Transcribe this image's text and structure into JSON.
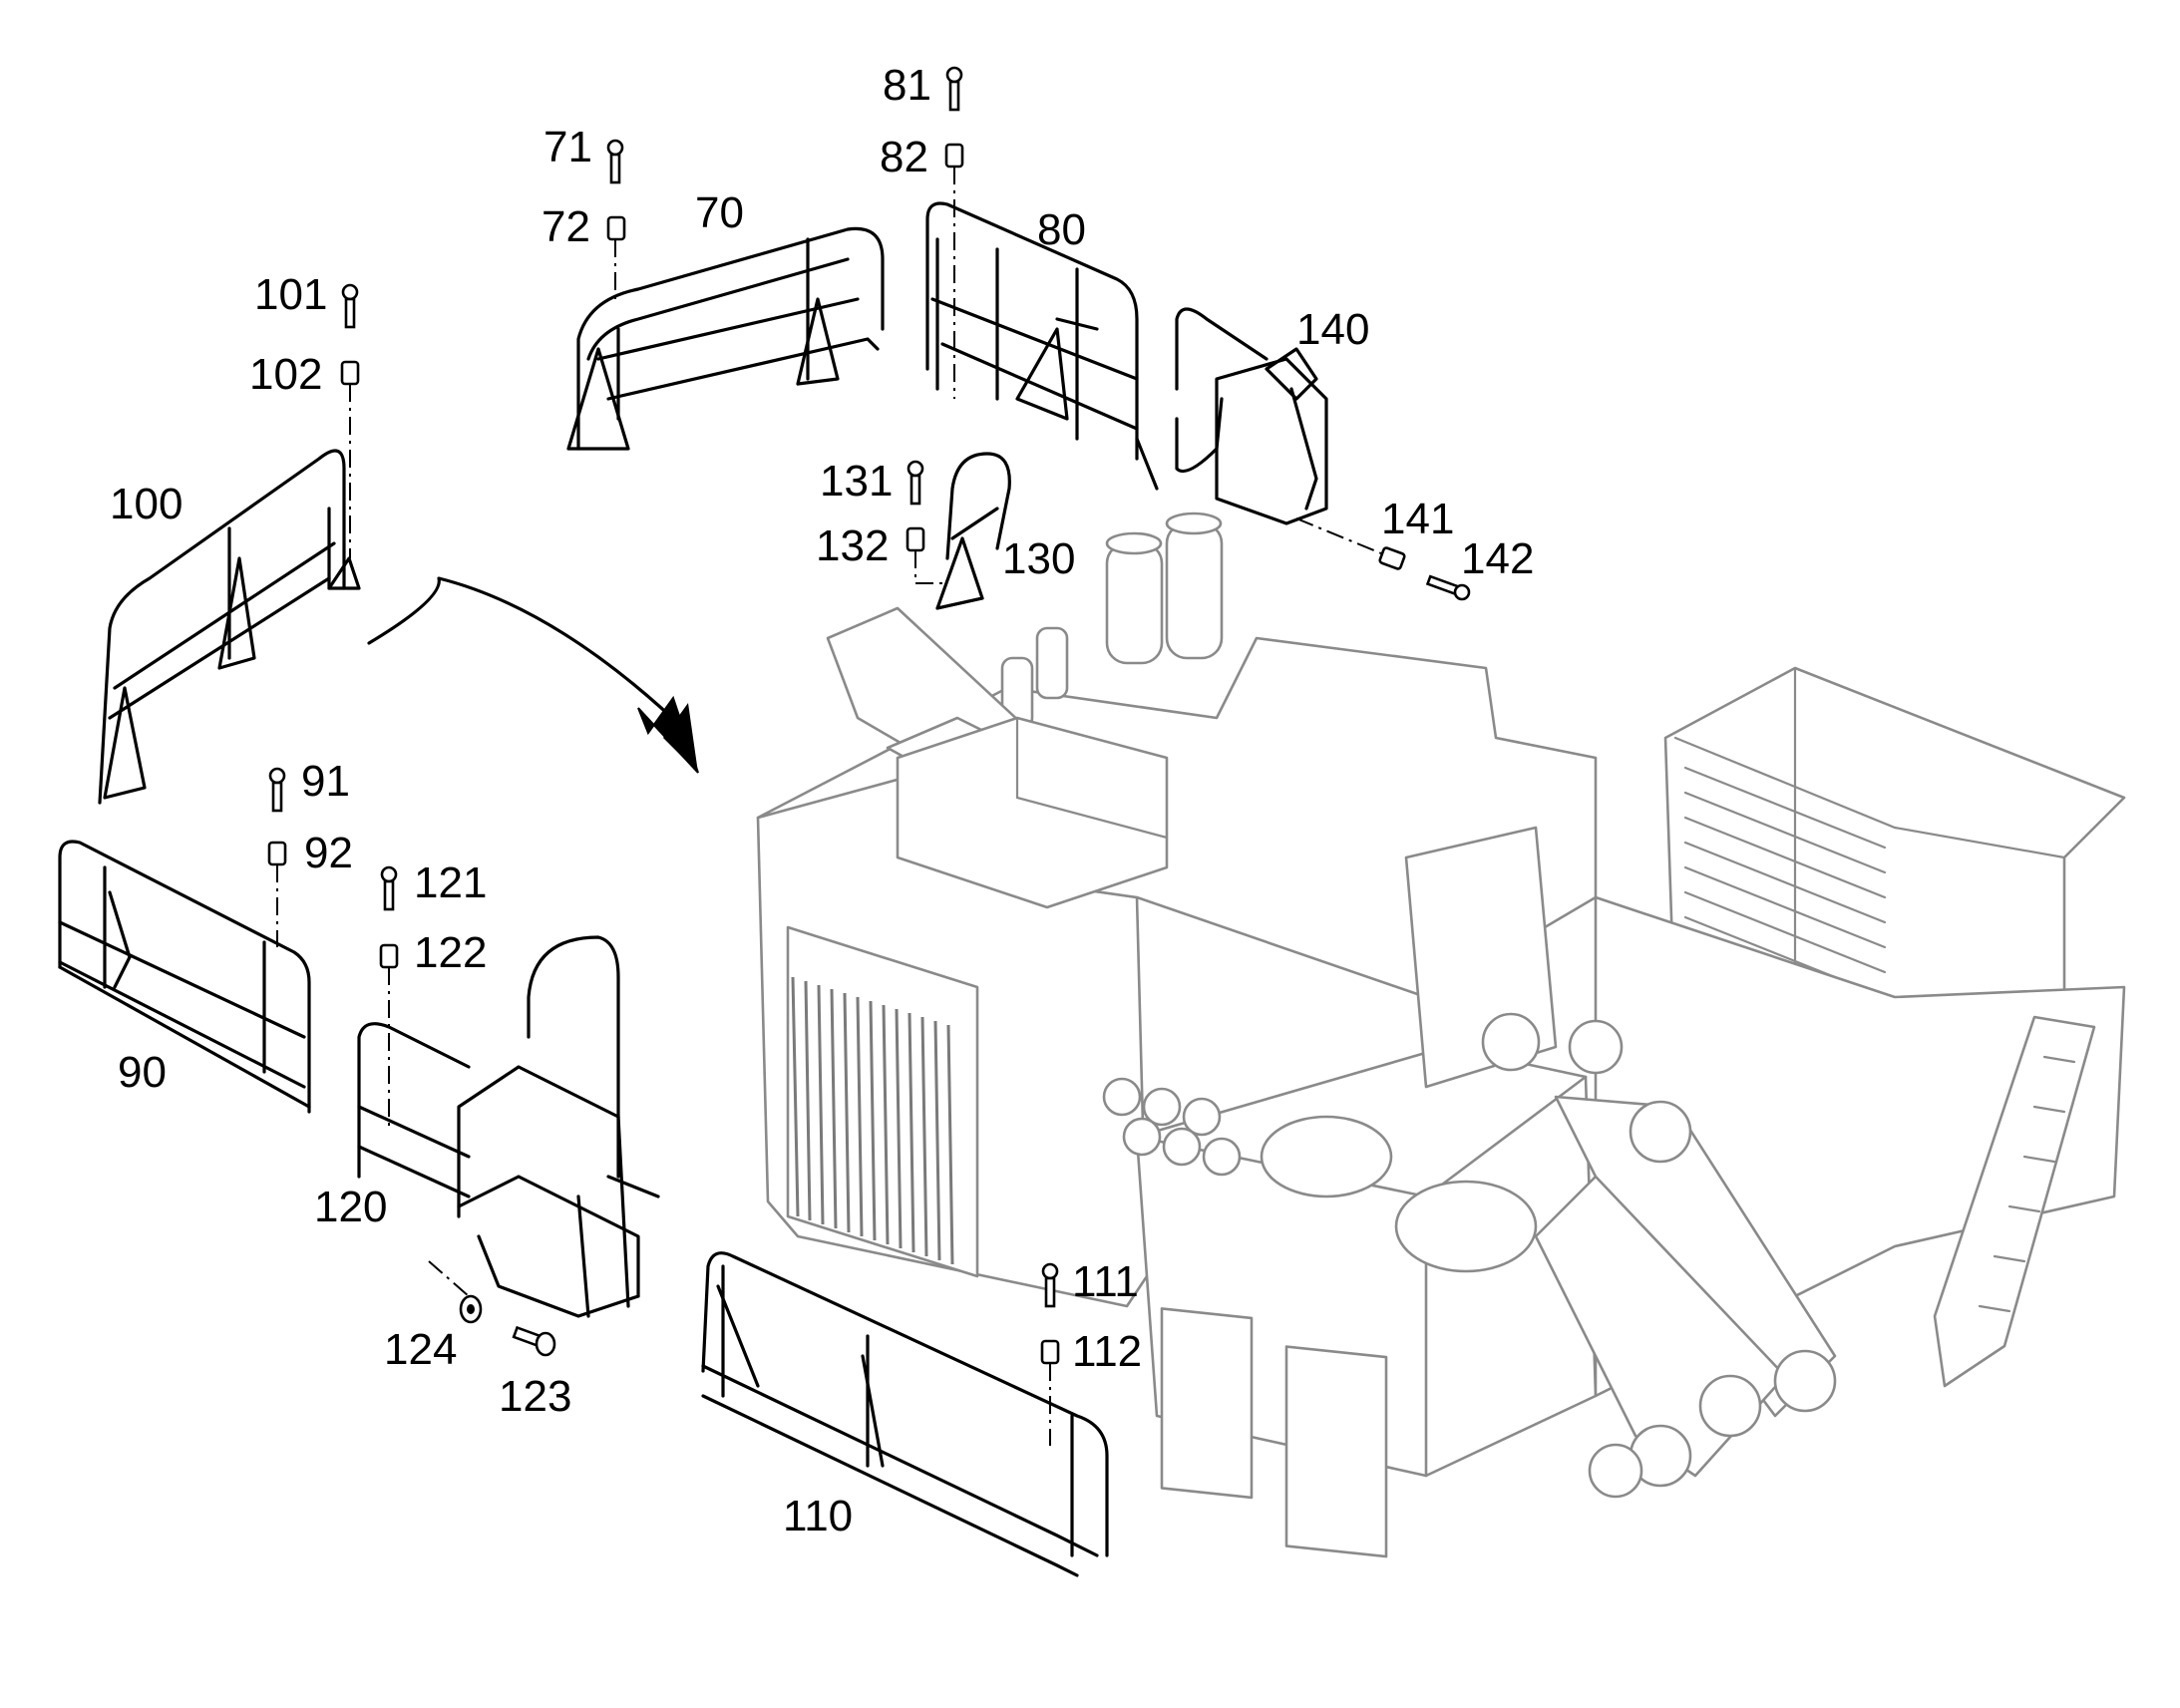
{
  "callouts": [
    {
      "id": "c70",
      "label": "70"
    },
    {
      "id": "c71",
      "label": "71"
    },
    {
      "id": "c72",
      "label": "72"
    },
    {
      "id": "c80",
      "label": "80"
    },
    {
      "id": "c81",
      "label": "81"
    },
    {
      "id": "c82",
      "label": "82"
    },
    {
      "id": "c90",
      "label": "90"
    },
    {
      "id": "c91",
      "label": "91"
    },
    {
      "id": "c92",
      "label": "92"
    },
    {
      "id": "c100",
      "label": "100"
    },
    {
      "id": "c101",
      "label": "101"
    },
    {
      "id": "c102",
      "label": "102"
    },
    {
      "id": "c110",
      "label": "110"
    },
    {
      "id": "c111",
      "label": "111"
    },
    {
      "id": "c112",
      "label": "112"
    },
    {
      "id": "c120",
      "label": "120"
    },
    {
      "id": "c121",
      "label": "121"
    },
    {
      "id": "c122",
      "label": "122"
    },
    {
      "id": "c123",
      "label": "123"
    },
    {
      "id": "c124",
      "label": "124"
    },
    {
      "id": "c130",
      "label": "130"
    },
    {
      "id": "c131",
      "label": "131"
    },
    {
      "id": "c132",
      "label": "132"
    },
    {
      "id": "c140",
      "label": "140"
    },
    {
      "id": "c141",
      "label": "141"
    },
    {
      "id": "c142",
      "label": "142"
    }
  ],
  "colors": {
    "parts_ink": "#000000",
    "machine_ink": "#8a8a8a",
    "background": "#ffffff"
  }
}
